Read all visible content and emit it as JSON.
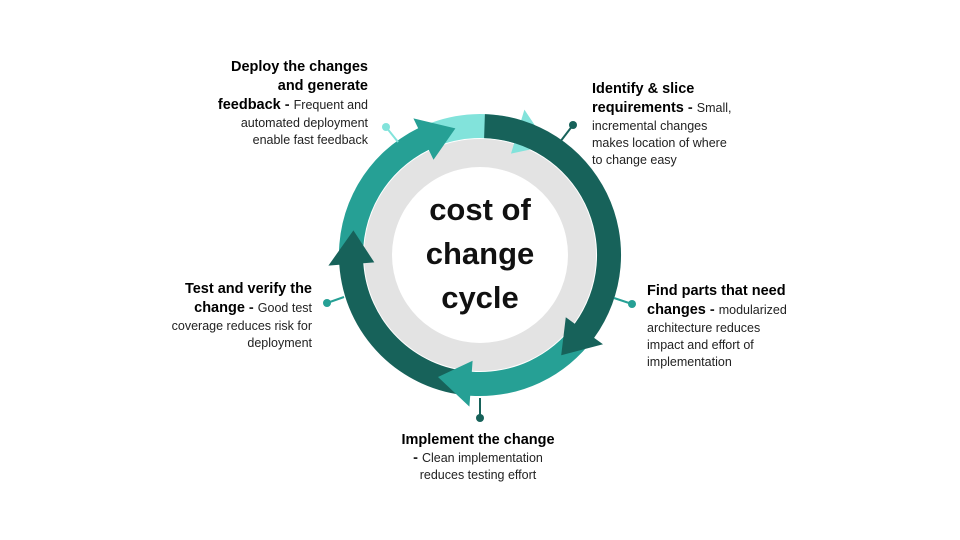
{
  "center": {
    "line1": "cost of",
    "line2": "change",
    "line3": "cycle"
  },
  "colors": {
    "dark_teal": "#17625a",
    "teal": "#26a095",
    "light_teal": "#82e3db",
    "inner_gray": "#e3e3e3",
    "dot": "#1e6f66"
  },
  "steps": [
    {
      "id": "identify",
      "heading": "Identify & slice requirements",
      "separator": " - ",
      "text": "Small, incremental changes makes location of where to change easy"
    },
    {
      "id": "find",
      "heading": "Find parts that need changes",
      "separator": " - ",
      "text": "modularized architecture reduces impact and effort of implementation"
    },
    {
      "id": "implement",
      "heading": "Implement the change",
      "separator": " - ",
      "text": "Clean implementation reduces testing effort"
    },
    {
      "id": "test",
      "heading": "Test and verify the change",
      "separator": " - ",
      "text": "Good test coverage reduces risk for deployment"
    },
    {
      "id": "deploy",
      "heading": "Deploy the changes and generate feedback",
      "separator": " - ",
      "text": "Frequent and automated deployment enable fast feedback"
    }
  ]
}
